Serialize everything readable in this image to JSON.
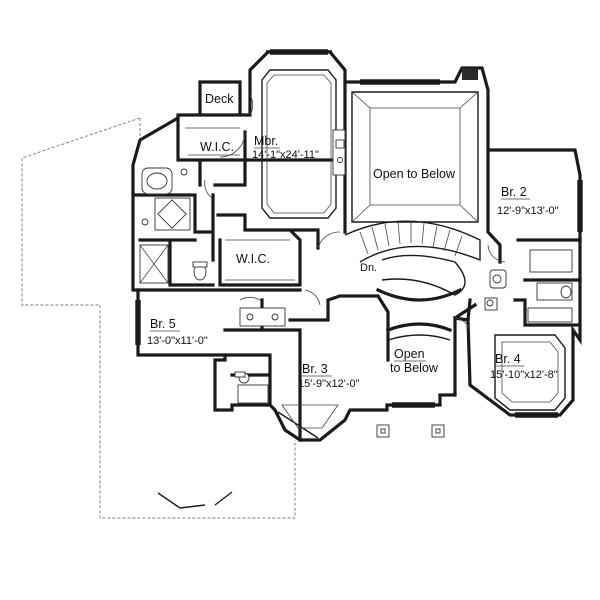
{
  "rooms": {
    "deck": "Deck",
    "wic_upper": "W.I.C.",
    "master": {
      "name": "Mbr.",
      "size": "14'-1\"x24'-11\""
    },
    "open_to_below_main": "Open to Below",
    "br2": {
      "name": "Br. 2",
      "size": "12'-9\"x13'-0\""
    },
    "wic_lower": "W.I.C.",
    "dn": "Dn.",
    "br5": {
      "name": "Br. 5",
      "size": "13'-0\"x11'-0\""
    },
    "br3": {
      "name": "Br. 3",
      "size": "15'-9\"x12'-0\""
    },
    "open_to_below_lower": {
      "line1": "Open",
      "line2": "to Below"
    },
    "br4": {
      "name": "Br. 4",
      "size": "15'-10\"x12'-8\""
    }
  }
}
